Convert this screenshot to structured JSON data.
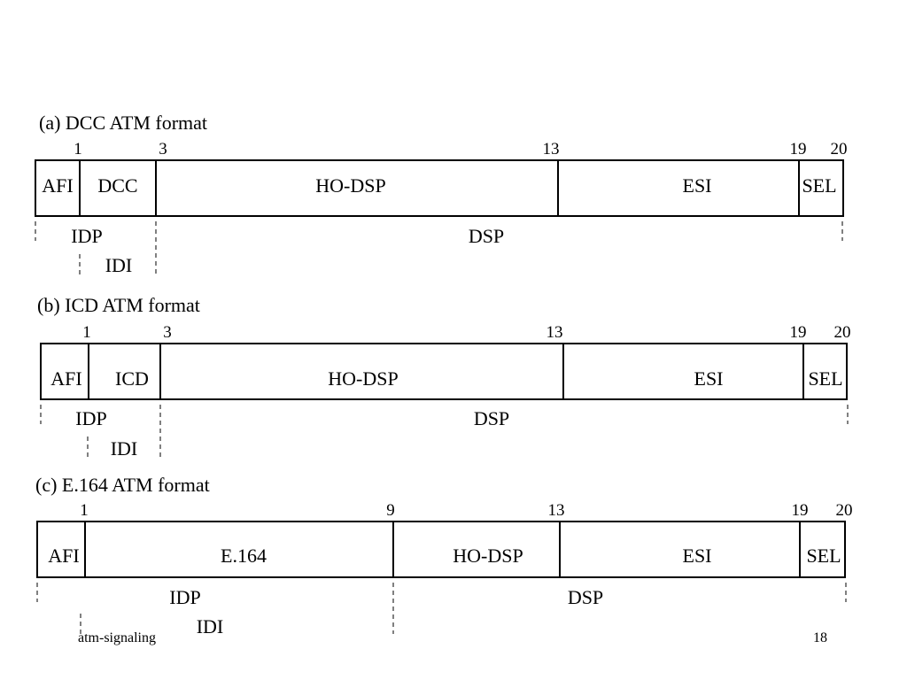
{
  "formats": [
    {
      "title": "(a) DCC ATM format",
      "ticks": [
        "1",
        "3",
        "13",
        "19",
        "20"
      ],
      "fields": [
        "AFI",
        "DCC",
        "HO-DSP",
        "ESI",
        "SEL"
      ],
      "groups": [
        "IDP",
        "DSP",
        "IDI"
      ]
    },
    {
      "title": "(b) ICD ATM format",
      "ticks": [
        "1",
        "3",
        "13",
        "19",
        "20"
      ],
      "fields": [
        "AFI",
        "ICD",
        "HO-DSP",
        "ESI",
        "SEL"
      ],
      "groups": [
        "IDP",
        "DSP",
        "IDI"
      ]
    },
    {
      "title": "(c) E.164 ATM format",
      "ticks": [
        "1",
        "9",
        "13",
        "19",
        "20"
      ],
      "fields": [
        "AFI",
        "E.164",
        "HO-DSP",
        "ESI",
        "SEL"
      ],
      "groups": [
        "IDP",
        "DSP",
        "IDI"
      ]
    }
  ],
  "footer": {
    "left": "atm-signaling",
    "right": "18"
  }
}
